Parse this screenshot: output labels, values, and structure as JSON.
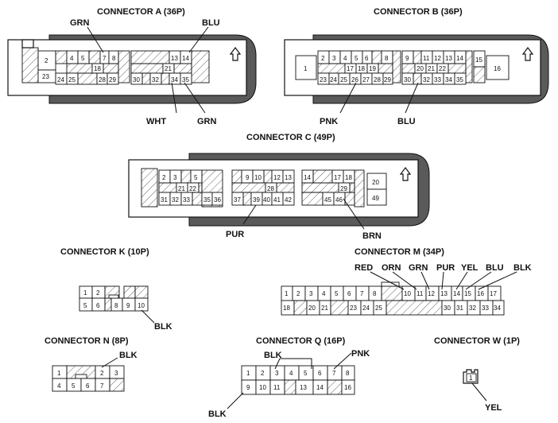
{
  "titles": {
    "a": "CONNECTOR A (36P)",
    "b": "CONNECTOR B (36P)",
    "c": "CONNECTOR C (49P)",
    "k": "CONNECTOR K (10P)",
    "m": "CONNECTOR M (34P)",
    "n": "CONNECTOR N (8P)",
    "q": "CONNECTOR Q (16P)",
    "w": "CONNECTOR W (1P)"
  },
  "wires": {
    "a_grn_top": "GRN",
    "a_blu": "BLU",
    "a_wht": "WHT",
    "a_grn_bottom": "GRN",
    "b_pnk": "PNK",
    "b_blu": "BLU",
    "c_pur": "PUR",
    "c_brn": "BRN",
    "k_blk": "BLK",
    "m_red": "RED",
    "m_orn": "ORN",
    "m_grn": "GRN",
    "m_pur": "PUR",
    "m_yel": "YEL",
    "m_blu": "BLU",
    "m_blk": "BLK",
    "n_blk": "BLK",
    "q_blk_top": "BLK",
    "q_pnk": "PNK",
    "q_blk_bottom": "BLK",
    "w_yel": "YEL"
  },
  "pins": {
    "a": [
      "2",
      "23",
      "4",
      "5",
      "7",
      "8",
      "18",
      "24",
      "25",
      "28",
      "29",
      "13",
      "14",
      "21",
      "30",
      "32",
      "34",
      "35"
    ],
    "b": [
      "1",
      "2",
      "3",
      "4",
      "5",
      "6",
      "8",
      "17",
      "18",
      "19",
      "23",
      "24",
      "25",
      "26",
      "27",
      "28",
      "29",
      "9",
      "11",
      "12",
      "13",
      "14",
      "20",
      "21",
      "22",
      "30",
      "32",
      "33",
      "34",
      "35",
      "15",
      "16"
    ],
    "c": [
      "2",
      "3",
      "5",
      "21",
      "22",
      "31",
      "32",
      "33",
      "35",
      "36",
      "9",
      "10",
      "12",
      "13",
      "28",
      "37",
      "39",
      "40",
      "41",
      "42",
      "14",
      "17",
      "18",
      "29",
      "45",
      "46",
      "20",
      "49"
    ],
    "k": [
      "1",
      "2",
      "5",
      "6",
      "8",
      "9",
      "10"
    ],
    "m": [
      "1",
      "2",
      "3",
      "4",
      "5",
      "6",
      "7",
      "8",
      "10",
      "11",
      "12",
      "13",
      "14",
      "15",
      "16",
      "17",
      "18",
      "20",
      "21",
      "23",
      "24",
      "25",
      "30",
      "31",
      "32",
      "33",
      "34"
    ],
    "n": [
      "1",
      "2",
      "3",
      "4",
      "5",
      "6",
      "7"
    ],
    "q": [
      "1",
      "2",
      "3",
      "4",
      "5",
      "6",
      "7",
      "8",
      "9",
      "10",
      "11",
      "13",
      "14",
      "16"
    ],
    "w": [
      "1"
    ]
  }
}
